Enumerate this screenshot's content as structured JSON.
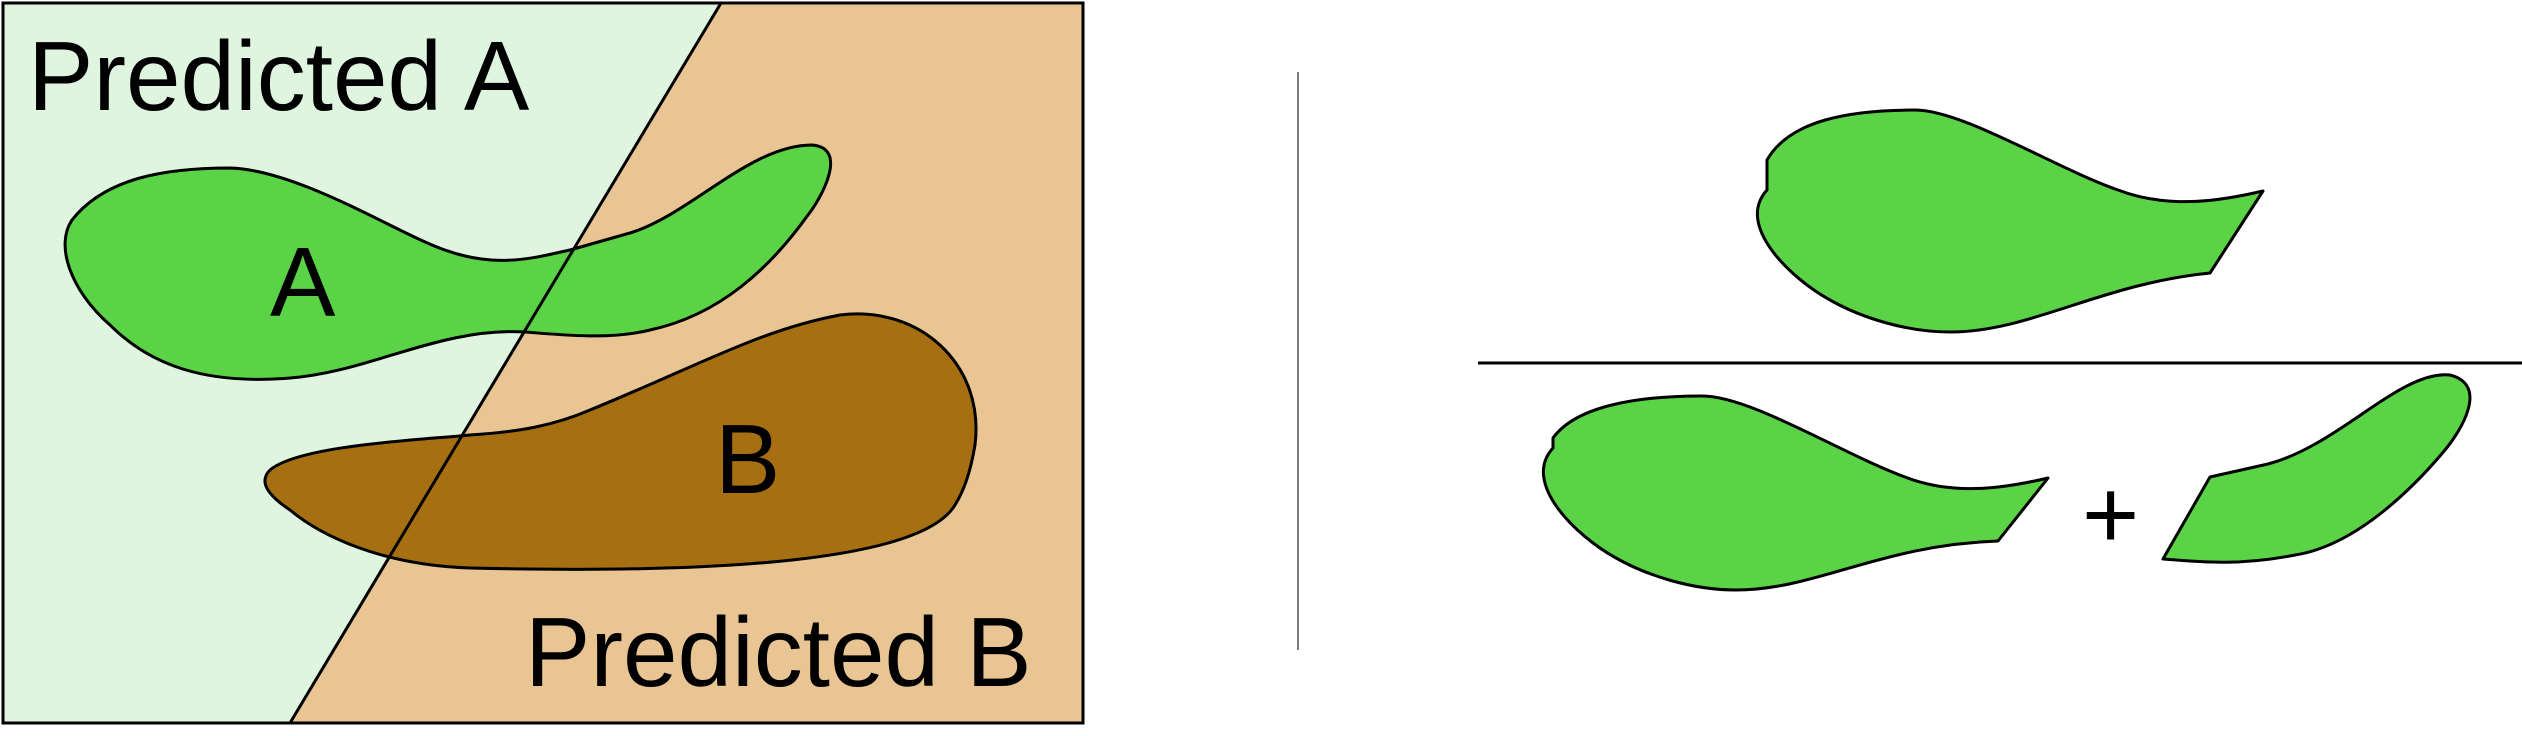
{
  "left_panel": {
    "region_a_label": "Predicted A",
    "region_b_label": "Predicted B",
    "blob_a_label": "A",
    "blob_b_label": "B"
  },
  "right_panel": {
    "operator": "+"
  },
  "colors": {
    "region_a_fill": "#dff5df",
    "region_b_fill": "#e8c592",
    "blob_a_fill": "#5bd346",
    "blob_b_fill": "#a56f12",
    "outline": "#000000",
    "divider": "#7a7a7a"
  }
}
